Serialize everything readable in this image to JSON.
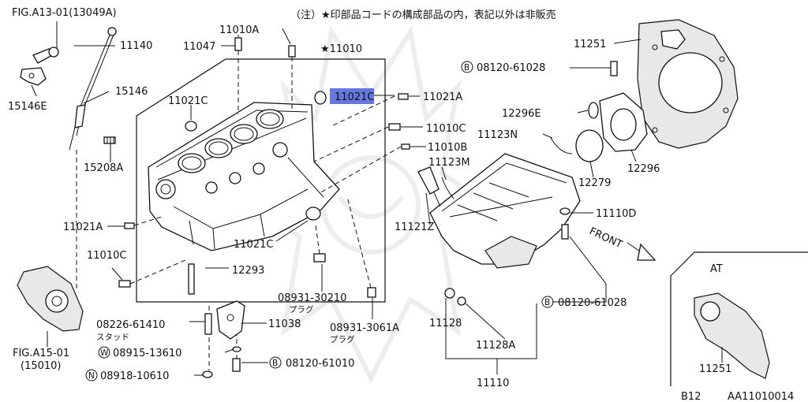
{
  "header": {
    "note": "（注）★印部品コードの構成部品の内，表記以外は非販売"
  },
  "labels": {
    "fig_a13": "FIG.A13-01(13049A)",
    "p11140": "11140",
    "p15146": "15146",
    "p15146e": "15146E",
    "p15208a": "15208A",
    "p11021a_left": "11021A",
    "p11010c_left": "11010C",
    "fig_a15": "FIG.A15-01",
    "fig_a15_sub": "(15010)",
    "p11010a": "11010A",
    "p11047": "11047",
    "star_11010": "★11010",
    "p11021c_top": "11021C",
    "p11021c_hl": "11021C",
    "p11021a_right": "11021A",
    "p11010c_right": "11010C",
    "p11010b": "11010B",
    "p11021c_bottom": "11021C",
    "p12293": "12293",
    "p08931_30210": "08931-30210",
    "plug_1": "プラグ",
    "p08931_3061a": "08931-3061A",
    "plug_2": "プラグ",
    "p08226": "08226-61410",
    "stud": "スタッド",
    "p11038": "11038",
    "p08915": "08915-13610",
    "p08918": "08918-10610",
    "p08120_bottom": "08120-61010",
    "p11251_top": "11251",
    "p08120_top": "08120-61028",
    "p12296e": "12296E",
    "p11123n": "11123N",
    "p11123m": "11123M",
    "p12279": "12279",
    "p12296": "12296",
    "p11121z": "11121Z",
    "p11110d": "11110D",
    "front": "FRONT",
    "p08120_mid": "08120-61028",
    "p11128": "11128",
    "p11128a": "11128A",
    "p11110": "11110",
    "at": "AT",
    "p11251_at": "11251",
    "b12": "B12",
    "catalog_code": "AA11010014"
  },
  "markers": {
    "b": "B",
    "w": "W",
    "n": "N"
  },
  "colors": {
    "highlight": "#6677dd",
    "line": "#111111"
  }
}
